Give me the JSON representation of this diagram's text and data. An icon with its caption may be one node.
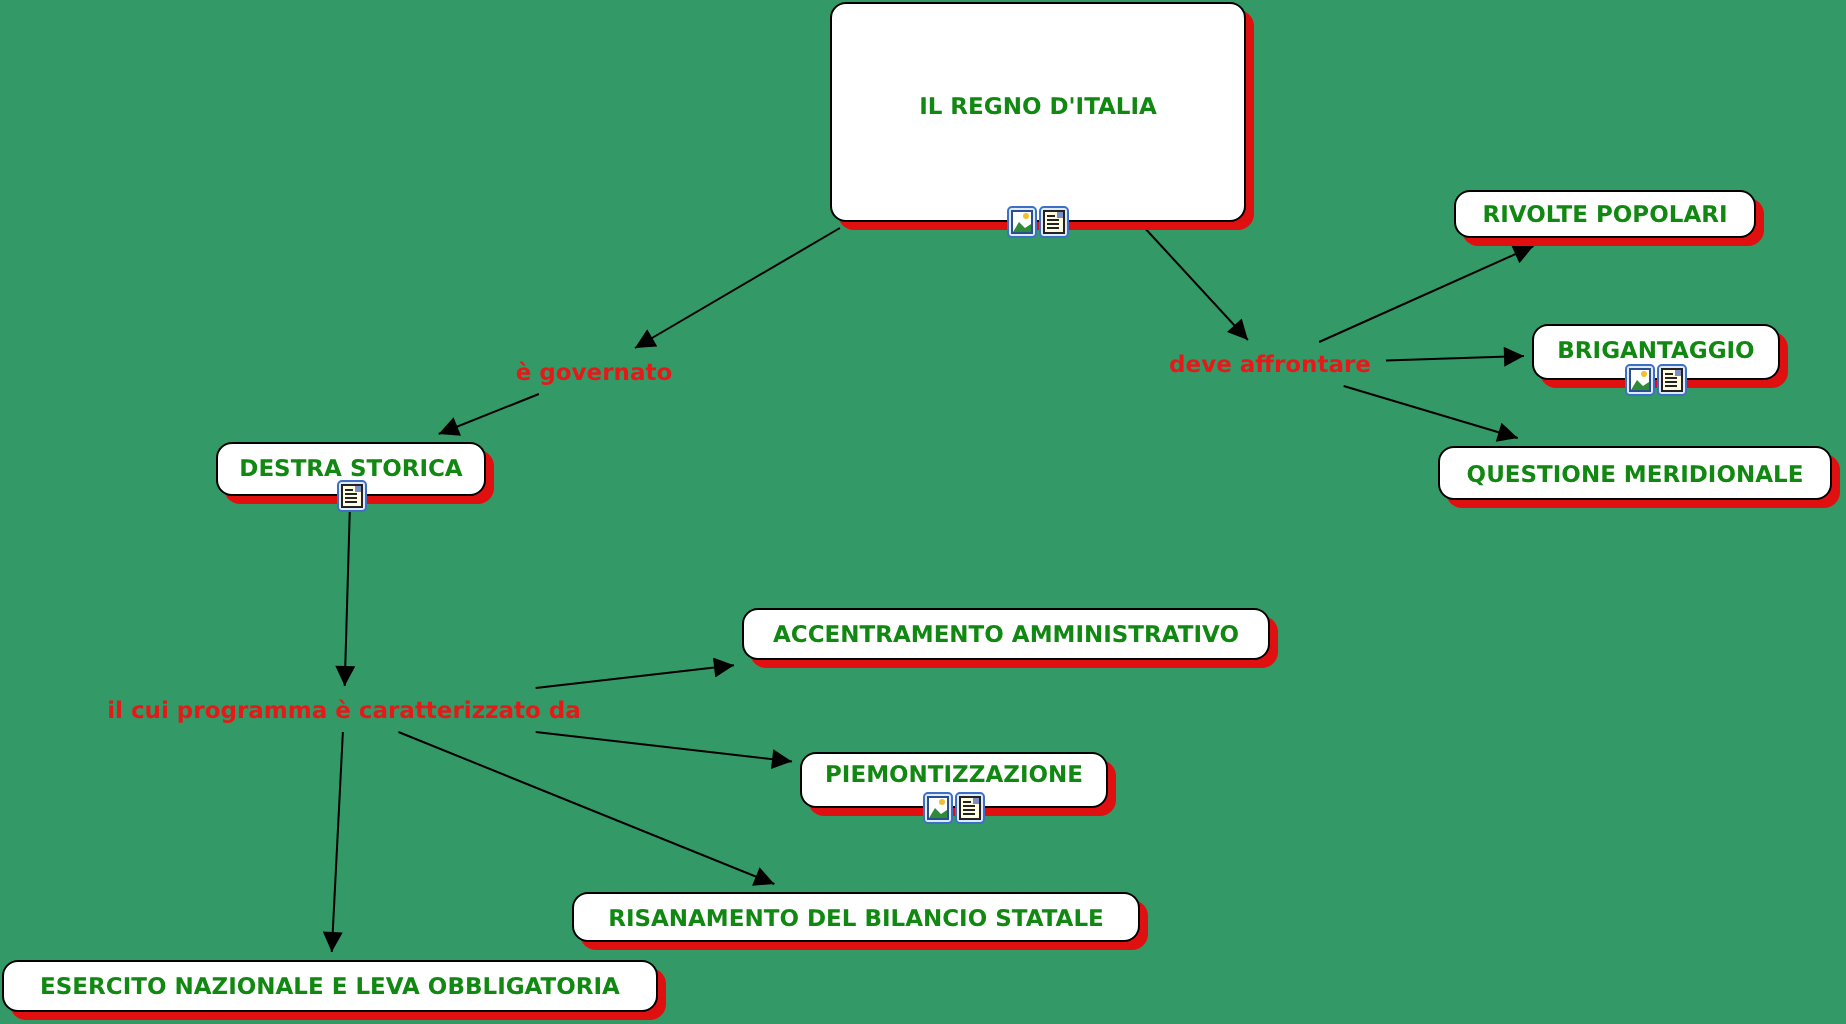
{
  "diagram": {
    "nodes": [
      {
        "text": [
          "IL REGNO D'ITALIA"
        ]
      },
      {
        "text": [
          "è governato"
        ]
      },
      {
        "text": [
          "deve affrontare"
        ]
      },
      {
        "text": [
          "DESTRA STORICA"
        ]
      },
      {
        "text": [
          "RIVOLTE POPOLARI"
        ]
      },
      {
        "text": [
          "BRIGANTAGGIO"
        ]
      },
      {
        "text": [
          "QUESTIONE MERIDIONALE"
        ]
      },
      {
        "text": [
          "il cui programma è caratterizzato da"
        ]
      },
      {
        "text": [
          "ACCENTRAMENTO AMMINISTRATIVO"
        ]
      },
      {
        "text": [
          "PIEMONTIZZAZIONE"
        ]
      },
      {
        "text": [
          "RISANAMENTO DEL BILANCIO STATALE"
        ]
      },
      {
        "text": [
          "ESERCITO NAZIONALE E LEVA OBBLIGATORIA"
        ]
      }
    ],
    "edges": [
      {
        "from": 0,
        "to": 1,
        "arrow": "to"
      },
      {
        "from": 1,
        "to": 3,
        "arrow": "to"
      },
      {
        "from": 0,
        "to": 2,
        "arrow": "to"
      },
      {
        "from": 2,
        "to": 4,
        "arrow": "to"
      },
      {
        "from": 2,
        "to": 5,
        "arrow": "to"
      },
      {
        "from": 2,
        "to": 6,
        "arrow": "to"
      },
      {
        "from": 3,
        "to": 7,
        "arrow": "to"
      },
      {
        "from": 7,
        "to": 8,
        "arrow": "to"
      },
      {
        "from": 7,
        "to": 9,
        "arrow": "to"
      },
      {
        "from": 7,
        "to": 10,
        "arrow": "to"
      },
      {
        "from": 7,
        "to": 11,
        "arrow": "to"
      }
    ]
  }
}
